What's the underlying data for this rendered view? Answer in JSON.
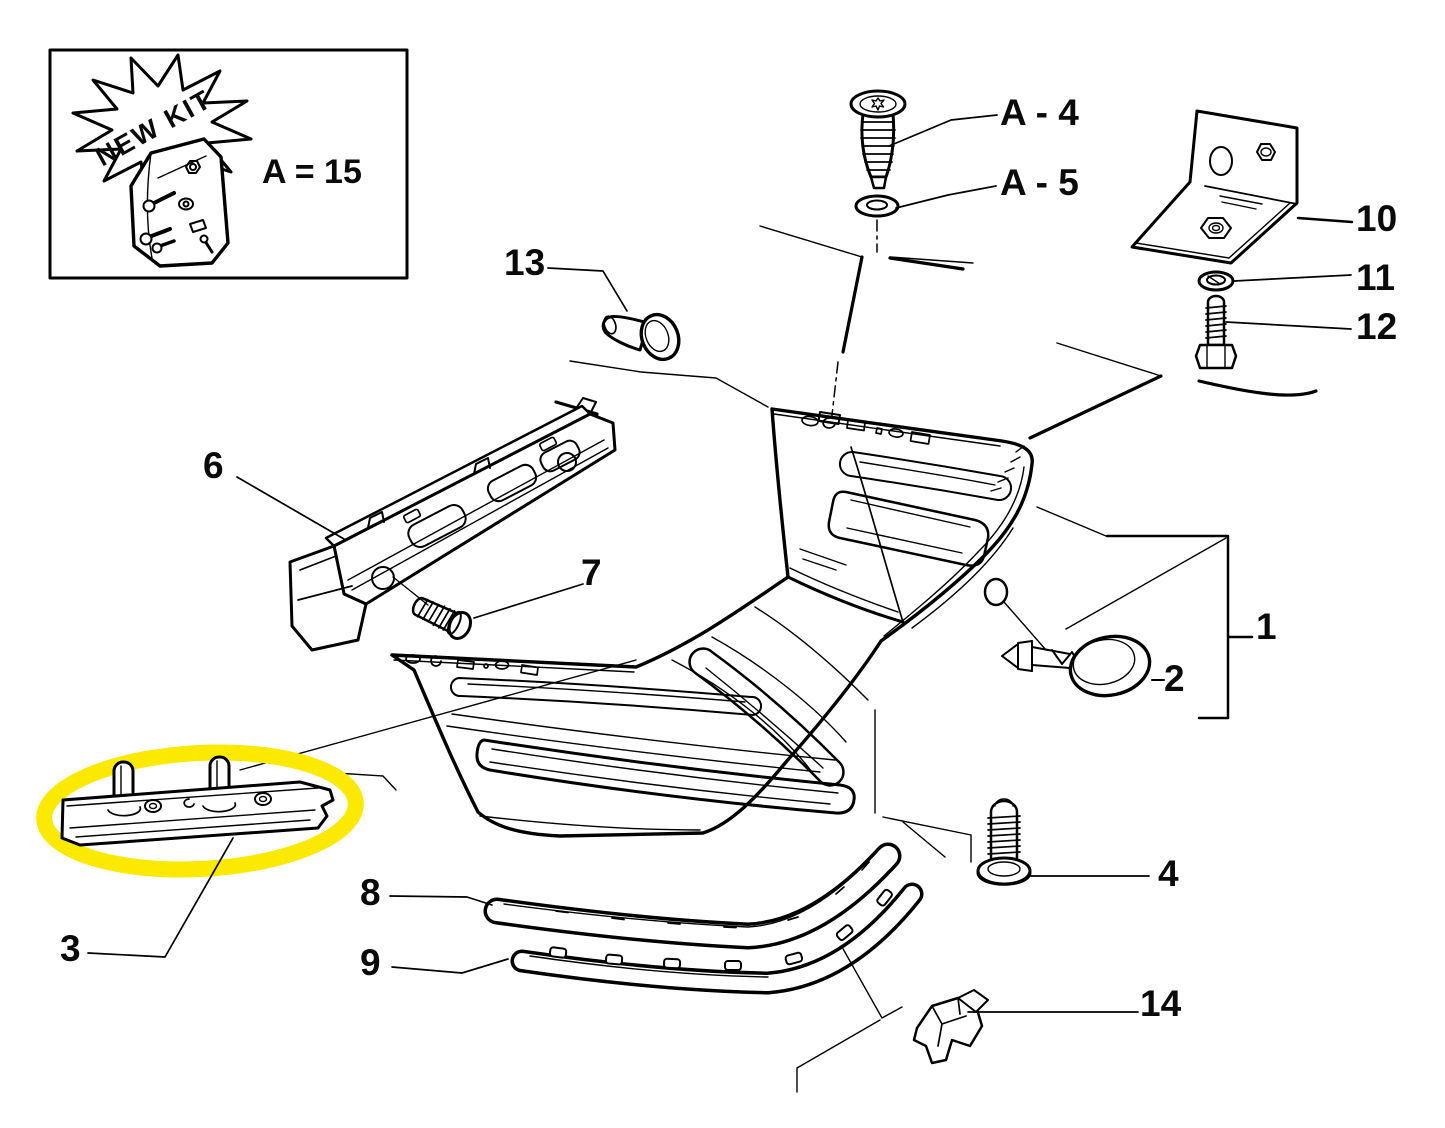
{
  "kit_box": {
    "badge": "NEW KIT",
    "equation": "A = 15"
  },
  "callouts": {
    "a4": "A - 4",
    "a5": "A - 5",
    "p1": "1",
    "p2": "2",
    "p3": "3",
    "p4": "4",
    "p6": "6",
    "p7": "7",
    "p8": "8",
    "p9": "9",
    "p10": "10",
    "p11": "11",
    "p12": "12",
    "p13": "13",
    "p14": "14"
  },
  "highlight": {
    "highlighted_part": "3",
    "color": "#fbe900"
  },
  "colors": {
    "background": "#ffffff",
    "line": "#000000",
    "highlight": "#fbe900"
  }
}
